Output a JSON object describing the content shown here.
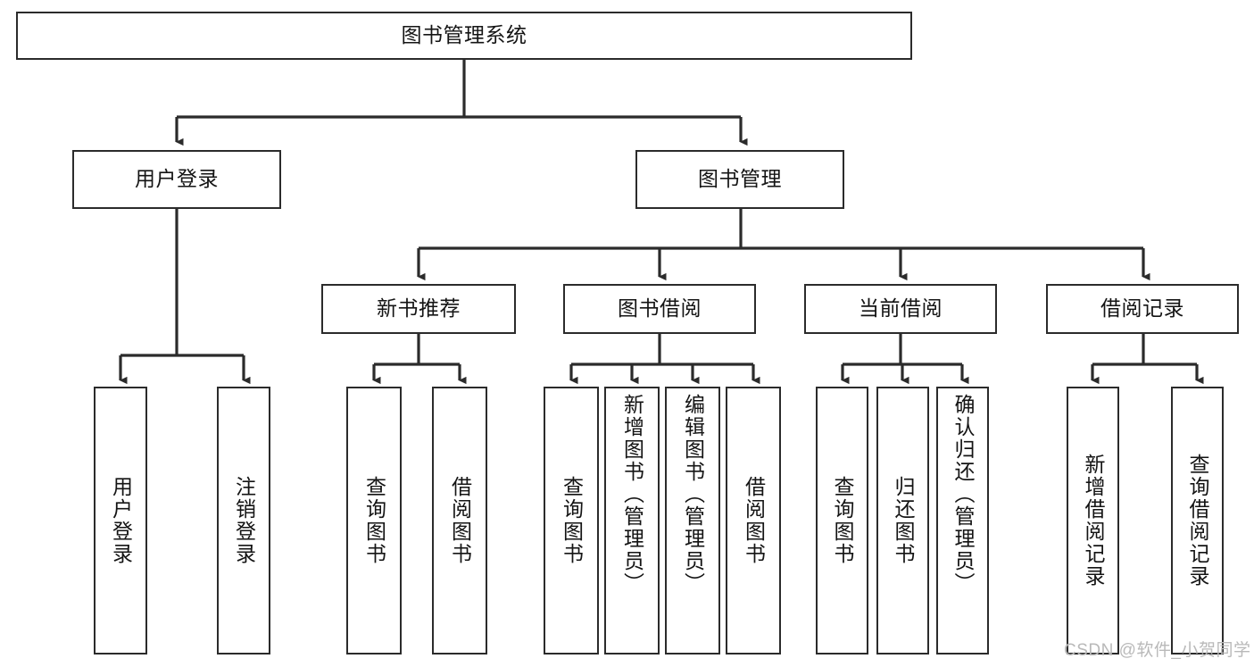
{
  "diagram": {
    "title": "图书管理系统",
    "type": "hierarchy-tree",
    "watermark": "CSDN @软件_小贺同学",
    "colors": {
      "box_border": "#2b2b2b",
      "box_fill": "#ffffff",
      "connector": "#2b2b2b",
      "text": "#141414",
      "watermark": "#b9b9b9"
    },
    "root": {
      "label": "图书管理系统"
    },
    "level2": [
      {
        "label": "用户登录"
      },
      {
        "label": "图书管理"
      }
    ],
    "level3": [
      {
        "label": "新书推荐"
      },
      {
        "label": "图书借阅"
      },
      {
        "label": "当前借阅"
      },
      {
        "label": "借阅记录"
      }
    ],
    "leaves": {
      "user_login": [
        {
          "label": "用户登录"
        },
        {
          "label": "注销登录"
        }
      ],
      "new_book_recommend": [
        {
          "label": "查询图书"
        },
        {
          "label": "借阅图书"
        }
      ],
      "book_borrow": [
        {
          "label": "查询图书"
        },
        {
          "label": "新增图书（管理员）"
        },
        {
          "label": "编辑图书（管理员）"
        },
        {
          "label": "借阅图书"
        }
      ],
      "current_borrow": [
        {
          "label": "查询图书"
        },
        {
          "label": "归还图书"
        },
        {
          "label": "确认归还（管理员）"
        }
      ],
      "borrow_records": [
        {
          "label": "新增借阅记录"
        },
        {
          "label": "查询借阅记录"
        }
      ]
    }
  }
}
